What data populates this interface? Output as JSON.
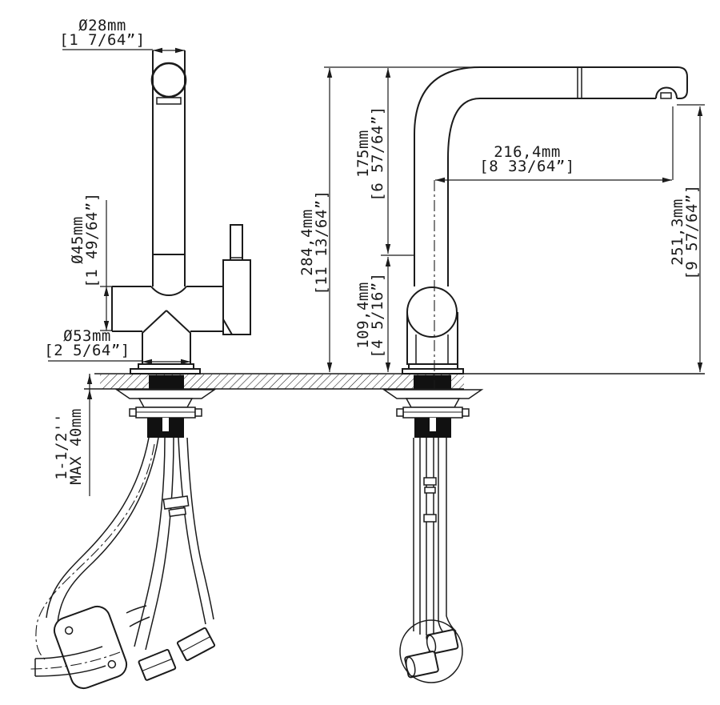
{
  "canvas": {
    "background": "#ffffff",
    "ink": "#1a1a1a"
  },
  "dimensions": {
    "spray_head_diameter": {
      "mm": "Ø28mm",
      "inch": "[1 7/64”]"
    },
    "body_diameter": {
      "mm": "Ø45mm",
      "inch": "[1 49/64”]"
    },
    "base_diameter": {
      "mm": "Ø53mm",
      "inch": "[2 5/64”]"
    },
    "counter_thickness": {
      "line1": "1-1/2''",
      "line2": "MAX 40mm"
    },
    "total_height": {
      "mm": "284,4mm",
      "inch": "[11 13/64”]"
    },
    "spout_rise": {
      "mm": "175mm",
      "inch": "[6 57/64”]"
    },
    "body_height": {
      "mm": "109,4mm",
      "inch": "[4 5/16”]"
    },
    "spout_reach": {
      "mm": "216,4mm",
      "inch": "[8 33/64”]"
    },
    "spout_to_counter": {
      "mm": "251,3mm",
      "inch": "[9 57/64”]"
    }
  }
}
